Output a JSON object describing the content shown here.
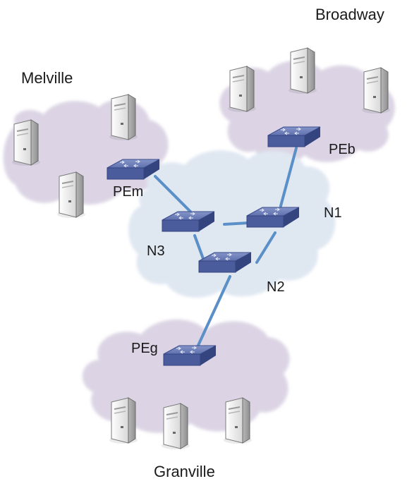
{
  "sites": {
    "melville": "Melville",
    "broadway": "Broadway",
    "granville": "Granville"
  },
  "nodes": {
    "pem": "PEm",
    "peb": "PEb",
    "peg": "PEg",
    "n1": "N1",
    "n2": "N2",
    "n3": "N3"
  },
  "colors": {
    "site_cloud": "#dcd4e4",
    "core_cloud": "#dfe7f1",
    "link": "#5b8fc7",
    "switch_top": "#6d7fb8",
    "switch_side": "#3e4f8f",
    "server_body": "#f2f2f2"
  },
  "icons": [
    "server-icon",
    "switch-icon",
    "cloud-shape"
  ]
}
